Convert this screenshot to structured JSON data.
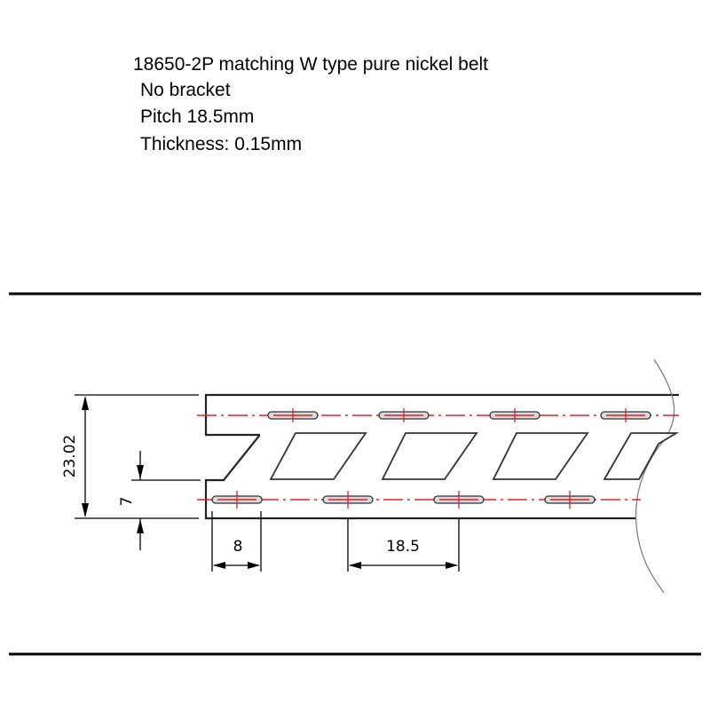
{
  "spec": {
    "title": "18650-2P matching W type pure nickel belt",
    "bracket": "No bracket",
    "pitch": "Pitch 18.5mm",
    "thickness": "Thickness: 0.15mm"
  },
  "dimensions": {
    "total_width": "23.02",
    "lower_strip": "7",
    "slot_length": "8",
    "pitch": "18.5"
  },
  "colors": {
    "outline": "#000000",
    "centerline": "#e0202a",
    "slot_fill": "#d9d9d9"
  }
}
